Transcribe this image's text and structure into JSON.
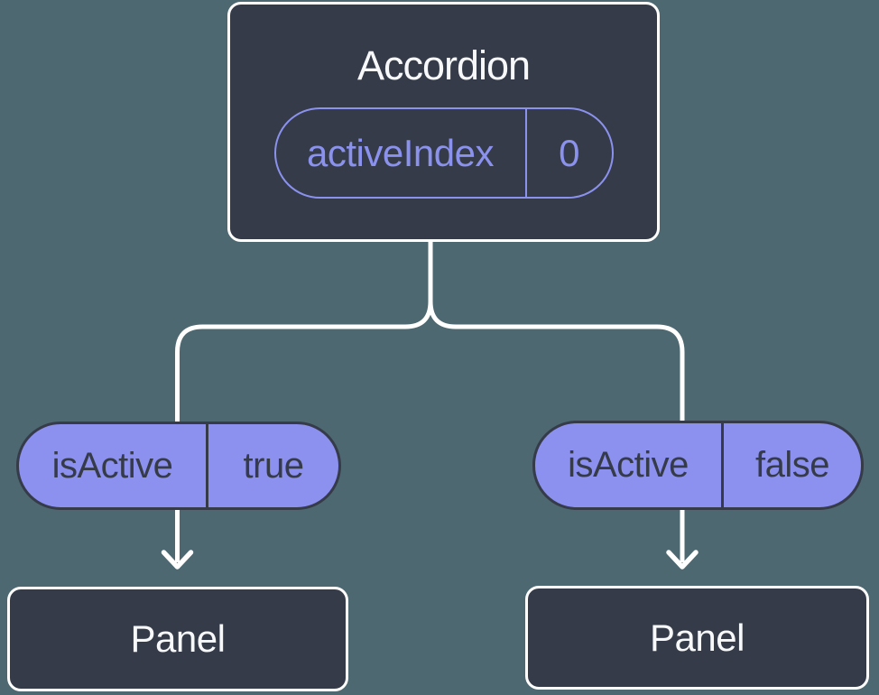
{
  "diagram": {
    "type": "component-tree",
    "colors": {
      "background": "#4d6870",
      "node_fill": "#353b48",
      "node_border": "#ffffff",
      "prop_pill_fill": "#8c90ee",
      "state_pill_outline": "#8b92ee",
      "connector": "#ffffff",
      "dark_text": "#353b48",
      "light_text": "#f7f8fa"
    },
    "root": {
      "title": "Accordion",
      "state": {
        "name": "activeIndex",
        "value": "0"
      }
    },
    "edges": [
      {
        "prop": {
          "name": "isActive",
          "value": "true"
        },
        "target": "Panel"
      },
      {
        "prop": {
          "name": "isActive",
          "value": "false"
        },
        "target": "Panel"
      }
    ]
  }
}
